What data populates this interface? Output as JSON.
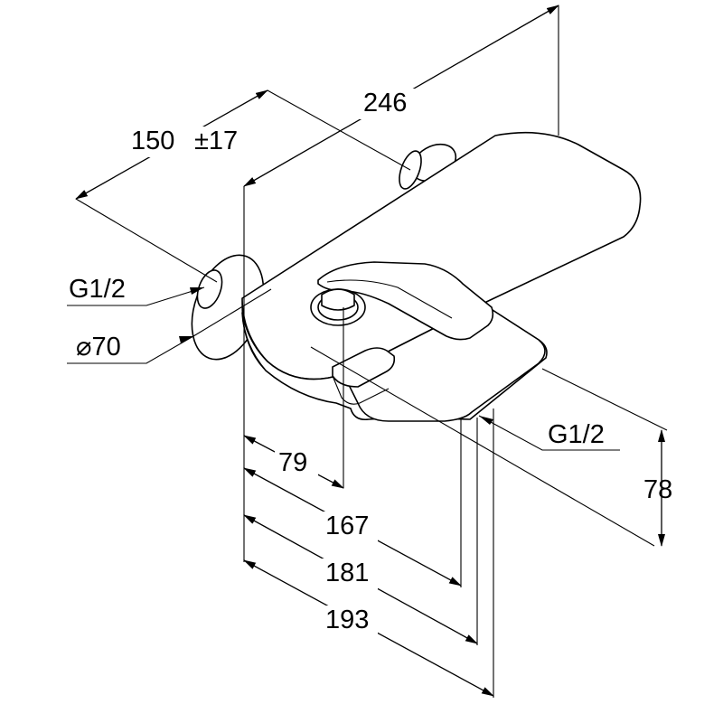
{
  "labels": {
    "dim_150": "150",
    "dim_tol": "±17",
    "dim_246": "246",
    "thread_left": "G1/2",
    "diameter": "⌀70",
    "thread_right": "G1/2",
    "dim_79": "79",
    "dim_167": "167",
    "dim_181": "181",
    "dim_193": "193",
    "dim_78": "78"
  }
}
